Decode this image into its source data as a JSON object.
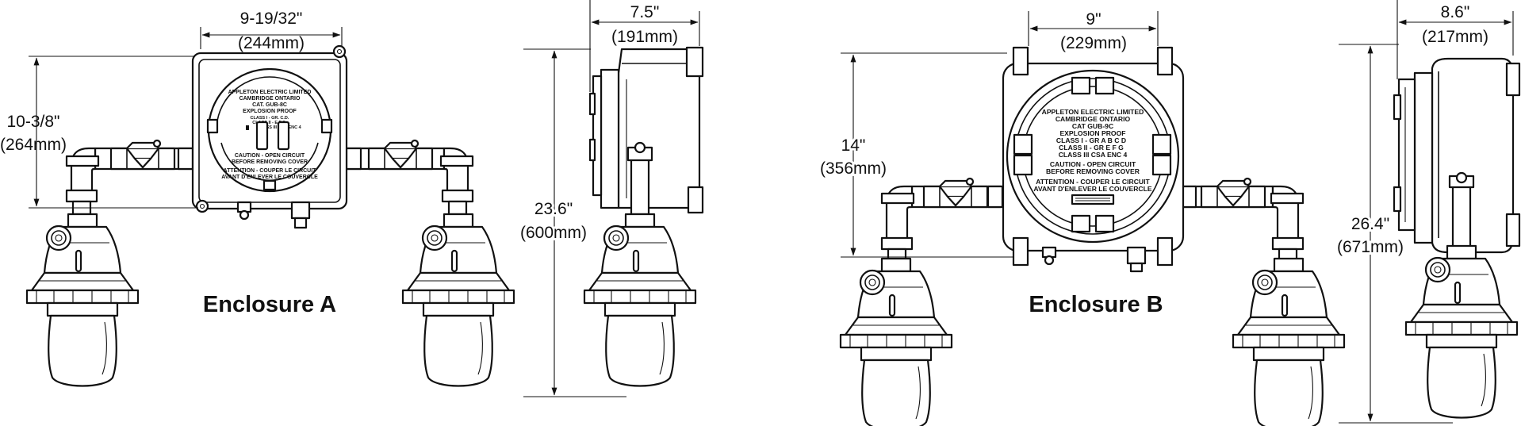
{
  "enclosure_a": {
    "caption": "Enclosure A",
    "width_in": "9-19/32\"",
    "width_mm": "(244mm)",
    "height_in": "10-3/8\"",
    "height_mm": "(264mm)",
    "total_height_in": "23.6\"",
    "total_height_mm": "(600mm)",
    "depth_in": "7.5\"",
    "depth_mm": "(191mm)",
    "nameplate": [
      "APPLETON ELECTRIC LIMITED",
      "CAMBRIDGE ONTARIO",
      "CAT. GUB-8C",
      "EXPLOSION PROOF",
      "CLASS I - GR. C.D.",
      "CLASS II - E.F.G.",
      "CLASS III    CSA  ENC 4"
    ],
    "warning": [
      "CAUTION - OPEN CIRCUIT",
      "BEFORE REMOVING COVER",
      "ATTENTION - COUPER LE CIRCUIT",
      "AVANT D'ENLEVER LE COUVERCLE"
    ]
  },
  "enclosure_b": {
    "caption": "Enclosure B",
    "width_in": "9\"",
    "width_mm": "(229mm)",
    "height_in": "14\"",
    "height_mm": "(356mm)",
    "total_height_in": "26.4\"",
    "total_height_mm": "(671mm)",
    "depth_in": "8.6\"",
    "depth_mm": "(217mm)",
    "nameplate": [
      "APPLETON ELECTRIC LIMITED",
      "CAMBRIDGE ONTARIO",
      "CAT GUB-9C",
      "EXPLOSION PROOF",
      "CLASS I - GR  A B C D",
      "CLASS II - GR  E F G",
      "CLASS III    CSA  ENC 4"
    ],
    "warning": [
      "CAUTION - OPEN CIRCUIT",
      "BEFORE REMOVING COVER",
      "ATTENTION - COUPER LE CIRCUIT",
      "AVANT D'ENLEVER LE COUVERCLE"
    ]
  }
}
